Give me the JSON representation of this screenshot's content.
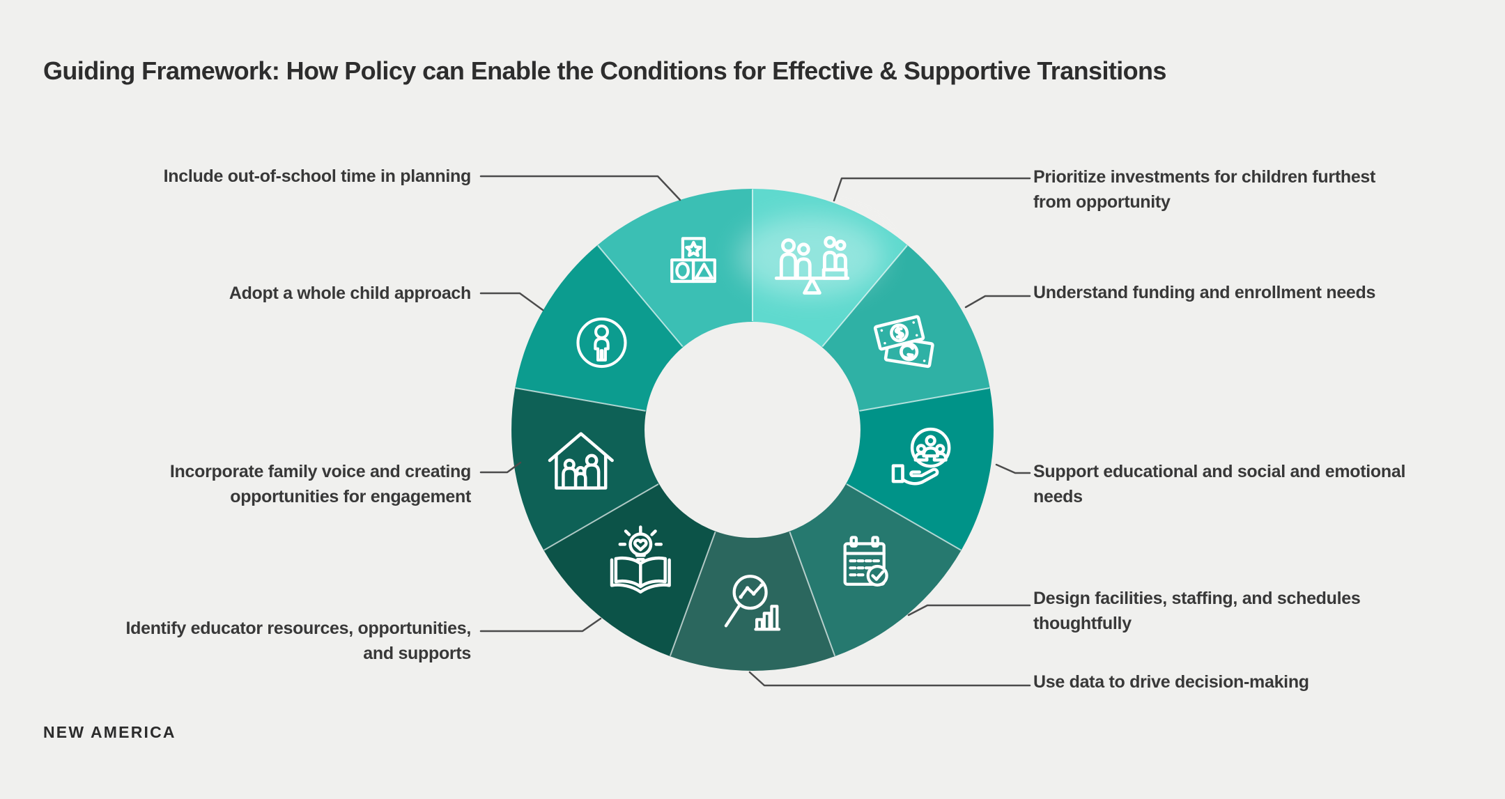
{
  "title": "Guiding Framework: How Policy can Enable the Conditions for Effective & Supportive Transitions",
  "brand": "NEW AMERICA",
  "colors": {
    "background": "#F0F0EE",
    "title_text": "#2D2D2D",
    "label_text": "#383838",
    "connector": "#4B4B4B",
    "icon_stroke": "#FFFFFF",
    "separator": "#FFFFFF"
  },
  "donut": {
    "type": "ring-diagram",
    "segment_count": 9,
    "segments": [
      {
        "name": "prioritize-investments",
        "color": "#5FD9CE",
        "icon": "balance-people-icon"
      },
      {
        "name": "understand-funding",
        "color": "#2FB1A5",
        "icon": "money-bills-icon"
      },
      {
        "name": "support-needs",
        "color": "#009388",
        "icon": "hand-people-icon"
      },
      {
        "name": "design-facilities",
        "color": "#26796F",
        "icon": "calendar-check-icon"
      },
      {
        "name": "use-data",
        "color": "#2B675E",
        "icon": "data-chart-icon"
      },
      {
        "name": "identify-educator-resources",
        "color": "#0C5348",
        "icon": "book-lightbulb-icon"
      },
      {
        "name": "incorporate-family-voice",
        "color": "#0E6156",
        "icon": "house-family-icon"
      },
      {
        "name": "whole-child",
        "color": "#0C9C8F",
        "icon": "child-in-circle-icon"
      },
      {
        "name": "out-of-school-time",
        "color": "#3BBFB4",
        "icon": "toy-blocks-icon"
      }
    ]
  },
  "callouts": [
    {
      "id": "prioritize-investments",
      "side": "right",
      "lines": [
        "Prioritize investments for children furthest",
        "from opportunity"
      ]
    },
    {
      "id": "understand-funding",
      "side": "right",
      "lines": [
        "Understand funding and enrollment needs"
      ]
    },
    {
      "id": "support-needs",
      "side": "right",
      "lines": [
        "Support educational and social and emotional",
        "needs"
      ]
    },
    {
      "id": "design-facilities",
      "side": "right",
      "lines": [
        "Design facilities, staffing, and schedules",
        "thoughtfully"
      ]
    },
    {
      "id": "use-data",
      "side": "right",
      "lines": [
        "Use data to drive decision-making"
      ]
    },
    {
      "id": "identify-educator-resources",
      "side": "left",
      "lines": [
        "Identify educator resources, opportunities,",
        "and supports"
      ]
    },
    {
      "id": "incorporate-family-voice",
      "side": "left",
      "lines": [
        "Incorporate family voice and creating",
        "opportunities for engagement"
      ]
    },
    {
      "id": "whole-child",
      "side": "left",
      "lines": [
        "Adopt a whole child approach"
      ]
    },
    {
      "id": "out-of-school-time",
      "side": "left",
      "lines": [
        "Include out-of-school time in planning"
      ]
    }
  ]
}
